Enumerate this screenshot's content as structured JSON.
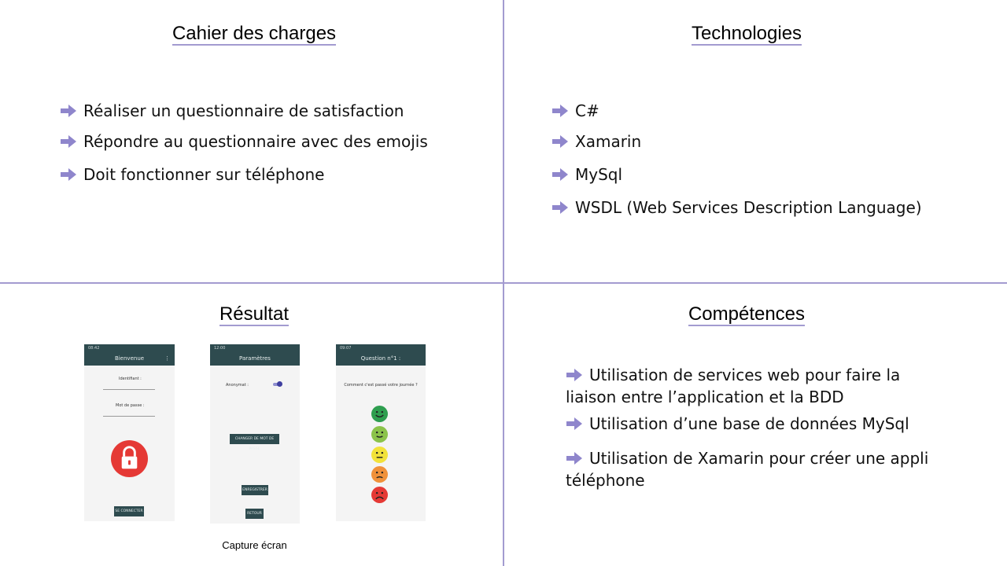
{
  "quadrants": {
    "cahier": {
      "title": "Cahier des charges",
      "items": [
        "Réaliser un questionnaire de satisfaction",
        "Répondre au questionnaire avec des emojis",
        "Doit fonctionner sur téléphone"
      ]
    },
    "technologies": {
      "title": "Technologies",
      "items": [
        "C#",
        "Xamarin",
        "MySql",
        "WSDL (Web Services Description Language)"
      ]
    },
    "resultat": {
      "title": "Résultat",
      "caption": "Capture écran",
      "phones": {
        "login": {
          "status": "08:42",
          "title": "Bienvenue",
          "menu": "⋮",
          "identifiant_label": "Identifiant :",
          "password_label": "Mot de passe :",
          "connect_button": "SE CONNECTER"
        },
        "settings": {
          "status": "12:00",
          "title": "Paramètres",
          "anonymat_label": "Anonymat :",
          "change_password_button": "CHANGER DE MOT DE PASSE",
          "save_button": "ENREGISTRER",
          "back_button": "RETOUR"
        },
        "question": {
          "status": "09:07",
          "title": "Question n°1 :",
          "question_text": "Comment c'est passé votre journée ?",
          "emoji_colors": [
            "#2e9e4f",
            "#8bc34a",
            "#f2e23a",
            "#f0913a",
            "#e53935"
          ]
        }
      }
    },
    "competences": {
      "title": "Compétences",
      "items": [
        "Utilisation de services web pour faire la liaison entre l’application et la BDD",
        "Utilisation d’une base de données MySql",
        "Utilisation de Xamarin pour créer une appli téléphone"
      ]
    }
  },
  "colors": {
    "accent": "#a39bd0",
    "arrow": "#8f86cc",
    "app_bar": "#2e4b4f",
    "lock_red": "#e53935"
  }
}
